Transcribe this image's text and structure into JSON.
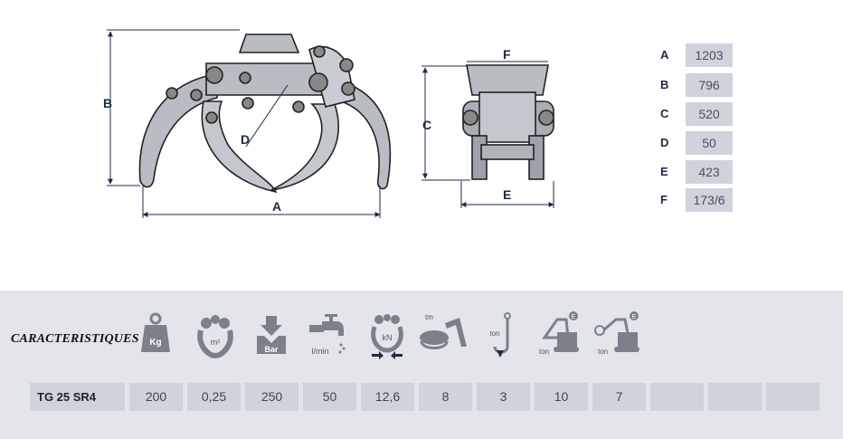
{
  "drawing_labels": {
    "front": {
      "a": "A",
      "b": "B",
      "d": "D"
    },
    "side": {
      "c": "C",
      "e": "E",
      "f": "F"
    }
  },
  "dimensions": [
    {
      "key": "A",
      "value": "1203"
    },
    {
      "key": "B",
      "value": "796"
    },
    {
      "key": "C",
      "value": "520"
    },
    {
      "key": "D",
      "value": "50"
    },
    {
      "key": "E",
      "value": "423"
    },
    {
      "key": "F",
      "value": "173/6"
    }
  ],
  "specs": {
    "heading": "CARACTERISTIQUES",
    "icons": [
      {
        "name": "weight-icon",
        "text": "Kg"
      },
      {
        "name": "grab-area-icon",
        "text": "m²"
      },
      {
        "name": "pressure-icon",
        "text": "Bar"
      },
      {
        "name": "flow-icon",
        "text": "l/min"
      },
      {
        "name": "closing-force-icon",
        "text": "kN"
      },
      {
        "name": "rotator-torque-icon",
        "text": "tm"
      },
      {
        "name": "hook-load-icon",
        "text": "ton"
      },
      {
        "name": "excavator-min-icon",
        "text": "ton"
      },
      {
        "name": "excavator-max-icon",
        "text": "ton"
      }
    ],
    "row": {
      "model": "TG 25 SR4",
      "values": [
        "200",
        "0,25",
        "250",
        "50",
        "12,6",
        "8",
        "3",
        "10",
        "7",
        "",
        "",
        ""
      ]
    }
  },
  "colors": {
    "panel": "#e3e5ea",
    "cell": "#cfd3dc",
    "ink": "#1f2a44",
    "metal": "#b9bcc3"
  }
}
